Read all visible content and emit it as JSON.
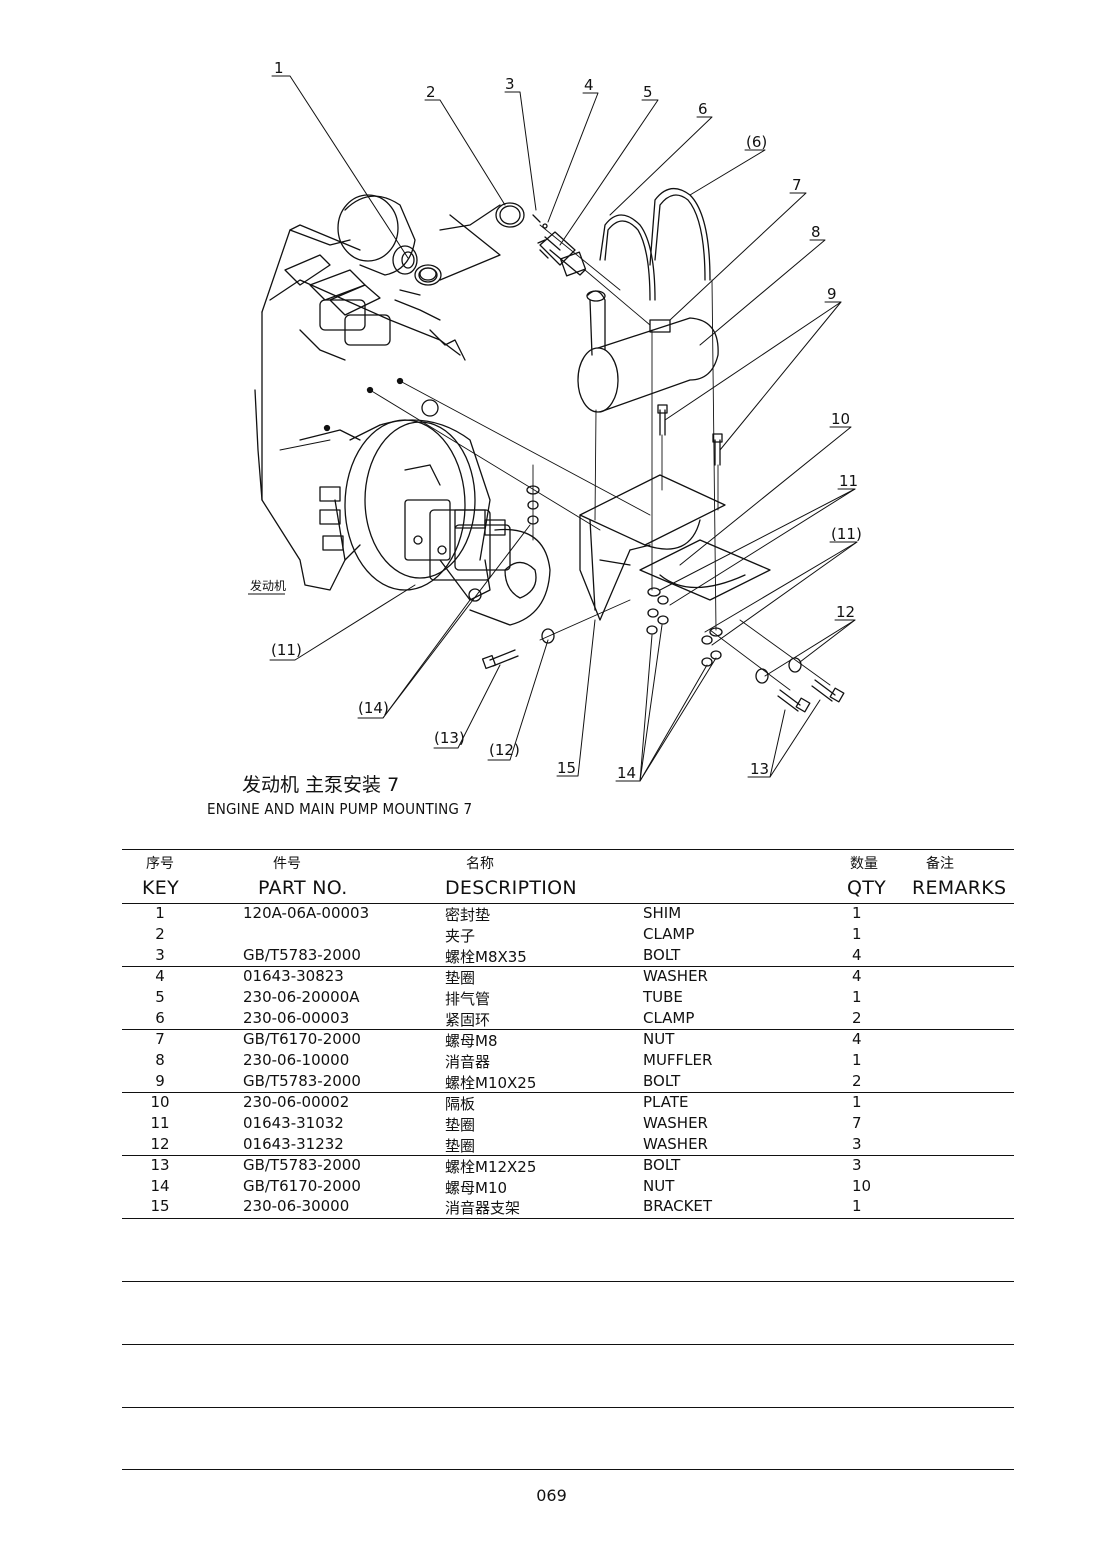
{
  "callouts": [
    "1",
    "2",
    "3",
    "4",
    "5",
    "6",
    "(6)",
    "7",
    "8",
    "9",
    "10",
    "11",
    "(11)",
    "(11)",
    "12",
    "(12)",
    "13",
    "(13)",
    "(14)",
    "14",
    "15"
  ],
  "engine_label": "发动机",
  "title_cn": "发动机 主泵安装 7",
  "title_en": "ENGINE AND MAIN PUMP MOUNTING 7",
  "table": {
    "headers_cn": {
      "key": "序号",
      "part": "件号",
      "desc": "名称",
      "qty": "数量",
      "remarks": "备注"
    },
    "headers_en": {
      "key": "KEY",
      "part": "PART NO.",
      "desc": "DESCRIPTION",
      "qty": "QTY",
      "remarks": "REMARKS"
    },
    "rows": [
      {
        "key": "1",
        "part": "120A-06A-00003",
        "cn": "密封垫",
        "en": "SHIM",
        "qty": "1"
      },
      {
        "key": "2",
        "part": "",
        "cn": "夹子",
        "en": "CLAMP",
        "qty": "1"
      },
      {
        "key": "3",
        "part": "GB/T5783-2000",
        "cn": "螺栓M8X35",
        "en": "BOLT",
        "qty": "4"
      },
      {
        "key": "4",
        "part": "01643-30823",
        "cn": "垫圈",
        "en": "WASHER",
        "qty": "4"
      },
      {
        "key": "5",
        "part": "230-06-20000A",
        "cn": "排气管",
        "en": "TUBE",
        "qty": "1"
      },
      {
        "key": "6",
        "part": "230-06-00003",
        "cn": "紧固环",
        "en": "CLAMP",
        "qty": "2"
      },
      {
        "key": "7",
        "part": "GB/T6170-2000",
        "cn": "螺母M8",
        "en": "NUT",
        "qty": "4"
      },
      {
        "key": "8",
        "part": "230-06-10000",
        "cn": "消音器",
        "en": "MUFFLER",
        "qty": "1"
      },
      {
        "key": "9",
        "part": "GB/T5783-2000",
        "cn": "螺栓M10X25",
        "en": "BOLT",
        "qty": "2"
      },
      {
        "key": "10",
        "part": "230-06-00002",
        "cn": "隔板",
        "en": "PLATE",
        "qty": "1"
      },
      {
        "key": "11",
        "part": "01643-31032",
        "cn": "垫圈",
        "en": "WASHER",
        "qty": "7"
      },
      {
        "key": "12",
        "part": "01643-31232",
        "cn": "垫圈",
        "en": "WASHER",
        "qty": "3"
      },
      {
        "key": "13",
        "part": "GB/T5783-2000",
        "cn": "螺栓M12X25",
        "en": "BOLT",
        "qty": "3"
      },
      {
        "key": "14",
        "part": "GB/T6170-2000",
        "cn": "螺母M10",
        "en": "NUT",
        "qty": "10"
      },
      {
        "key": "15",
        "part": "230-06-30000",
        "cn": "消音器支架",
        "en": "BRACKET",
        "qty": "1"
      }
    ]
  },
  "page_number": "069"
}
